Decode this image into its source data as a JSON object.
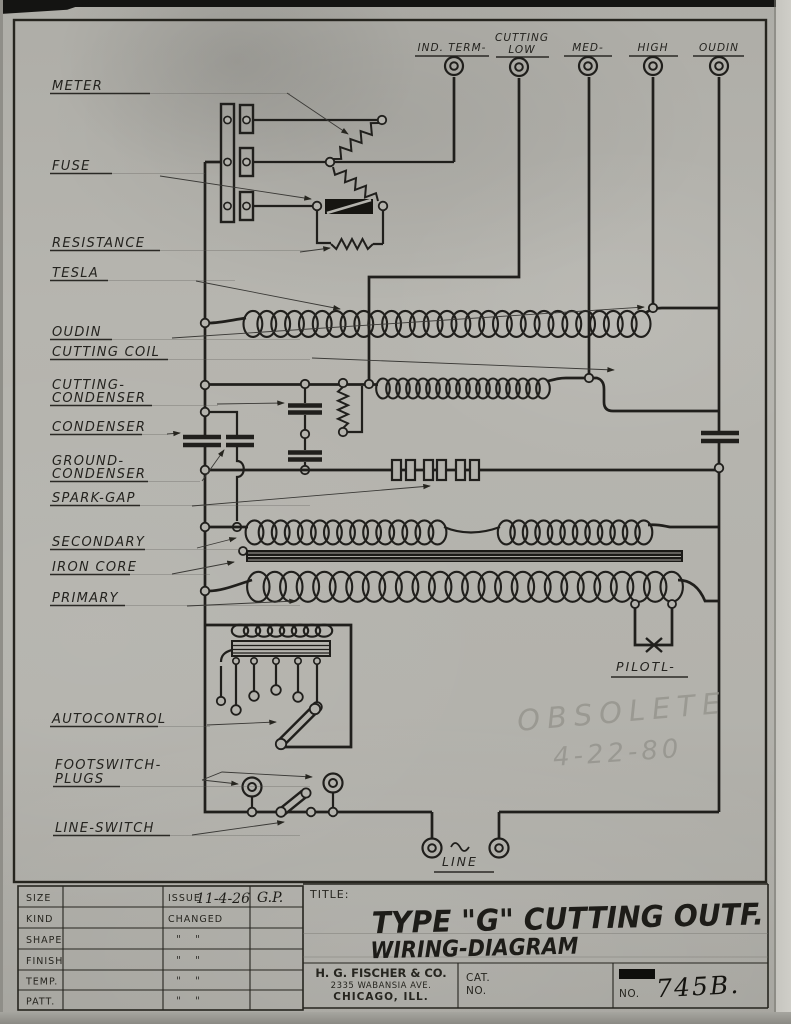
{
  "colors": {
    "ink": "#201f1c",
    "paper": "#b3b2ac",
    "pencil": "#94938c"
  },
  "top_terminals": {
    "ind_term": "IND. TERM-",
    "cutting1": "CUTTING",
    "cutting2": "LOW",
    "med": "MED-",
    "high": "HIGH",
    "oudin": "OUDIN"
  },
  "labels": {
    "meter": "METER",
    "fuse": "FUSE",
    "resistance": "RESISTANCE",
    "tesla": "TESLA",
    "oudin": "OUDIN",
    "cutting_coil": "CUTTING COIL",
    "cutting_condenser_1": "CUTTING-",
    "cutting_condenser_2": "CONDENSER",
    "condenser": "CONDENSER",
    "ground_condenser_1": "GROUND-",
    "ground_condenser_2": "CONDENSER",
    "spark_gap": "SPARK-GAP",
    "secondary": "SECONDARY",
    "iron_core": "IRON CORE",
    "primary": "PRIMARY",
    "autocontrol": "AUTOCONTROL",
    "footswitch_1": "FOOTSWITCH-",
    "footswitch_2": "PLUGS",
    "line_switch": "LINE-SWITCH",
    "pilot": "PILOTL-",
    "line": "LINE",
    "ac_symbol": "∿"
  },
  "stamp": {
    "text": "OBSOLETE",
    "date": "4-22-80"
  },
  "title_block": {
    "rows": [
      {
        "label": "SIZE"
      },
      {
        "label": "KIND"
      },
      {
        "label": "SHAPE"
      },
      {
        "label": "FINISH"
      },
      {
        "label": "TEMP."
      },
      {
        "label": "PATT."
      }
    ],
    "issue_word": "ISSUE",
    "issue_date": "11-4-26",
    "initials": "G.P.",
    "changed": "CHANGED",
    "ditto": "\"    \"",
    "title_label": "TITLE:",
    "title1": "TYPE \"G\" CUTTING OUTF.",
    "title2": "WIRING-DIAGRAM",
    "company": {
      "name": "H. G. FISCHER & CO.",
      "address": "2335 WABANSIA AVE.",
      "city": "CHICAGO, ILL."
    },
    "cat1": "CAT.",
    "cat2": "NO.",
    "no_label": "NO.",
    "no_value": "745B."
  }
}
